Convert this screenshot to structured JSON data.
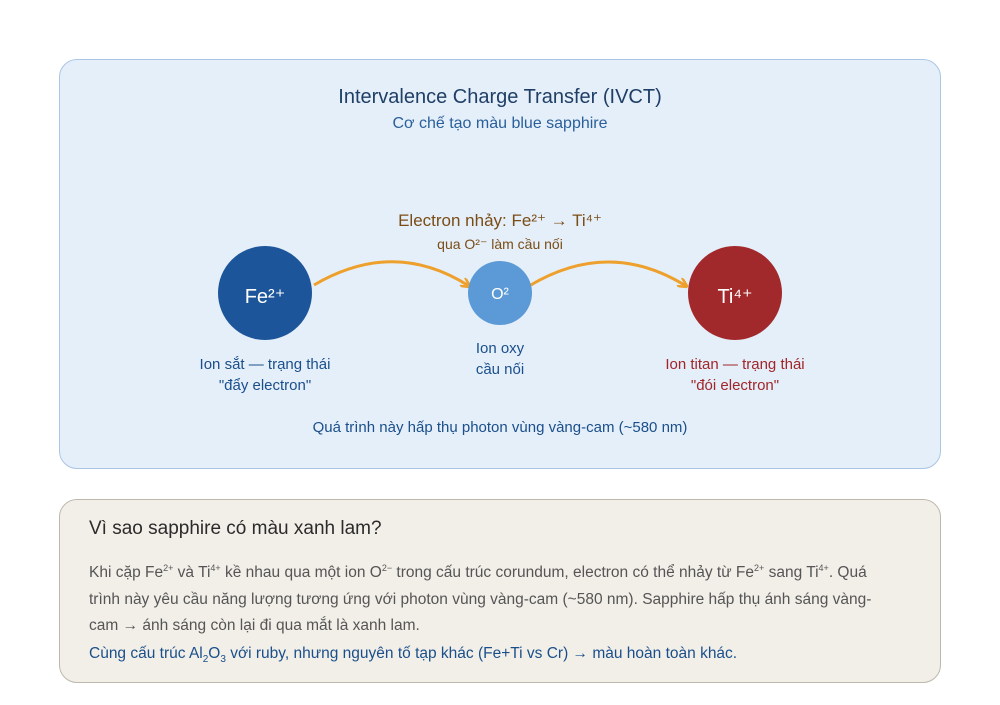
{
  "diagram": {
    "title": "Intervalence Charge Transfer (IVCT)",
    "subtitle": "Cơ chế tạo màu blue sapphire",
    "transfer_label": "Electron nhảy: Fe²⁺ → Ti⁴⁺",
    "bridge_label": "qua O²⁻ làm cầu nối",
    "process_note": "Quá trình này hấp thụ photon vùng vàng-cam (~580 nm)",
    "ions": {
      "fe": {
        "label": "Fe²⁺",
        "caption_line1": "Ion sắt — trạng thái",
        "caption_line2": "\"đẩy electron\"",
        "color": "#1c5599"
      },
      "o": {
        "label": "O²",
        "caption_line1": "Ion oxy",
        "caption_line2": "cầu nối",
        "color": "#5b9ad6"
      },
      "ti": {
        "label": "Ti⁴⁺",
        "caption_line1": "Ion titan — trạng thái",
        "caption_line2": "\"đói electron\"",
        "color": "#a2292b"
      }
    },
    "arrow_color": "#eea02c"
  },
  "info": {
    "title": "Vì sao sapphire có màu xanh lam?",
    "body": {
      "p1": "Khi cặp Fe",
      "sup1": "2+",
      "p2": " và Ti",
      "sup2": "4+",
      "p3": " kề nhau qua một ion O",
      "sup3": "2−",
      "p4": " trong cấu trúc corundum, electron có thể nhảy từ Fe",
      "sup4": "2+",
      "p5": " sang Ti",
      "sup5": "4+",
      "p6": ". Quá trình này yêu cầu năng lượng tương ứng với photon vùng vàng-cam (~580 nm). Sapphire hấp thụ ánh sáng vàng-cam → ánh sáng còn lại đi qua mắt là xanh lam."
    },
    "note": {
      "p1": "Cùng cấu trúc Al",
      "sub1": "2",
      "p2": "O",
      "sub2": "3",
      "p3": " với ruby, nhưng nguyên tố tạp khác (Fe+Ti vs Cr)  → màu hoàn toàn khác."
    }
  }
}
